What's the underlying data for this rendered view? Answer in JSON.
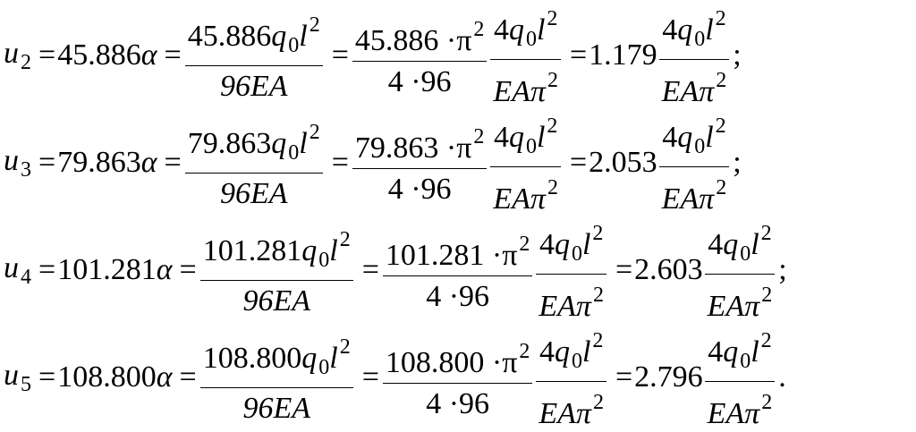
{
  "equations": [
    {
      "var": "u",
      "index": "2",
      "coef": "45.886",
      "alpha": "α",
      "frac1_coef": "45.886",
      "frac1_den": "96EA",
      "frac2_num": "45.886 ·π",
      "frac2_den": "4 ·96",
      "frac3_den": "EAπ",
      "result": "1.179",
      "end": ";"
    },
    {
      "var": "u",
      "index": "3",
      "coef": "79.863",
      "alpha": "α",
      "frac1_coef": "79.863",
      "frac1_den": "96EA",
      "frac2_num": "79.863 ·π",
      "frac2_den": "4 ·96",
      "frac3_den": "EAπ",
      "result": "2.053",
      "end": ";"
    },
    {
      "var": "u",
      "index": "4",
      "coef": "101.281",
      "alpha": "α",
      "frac1_coef": "101.281",
      "frac1_den": "96EA",
      "frac2_num": "101.281 ·π",
      "frac2_den": "4 ·96",
      "frac3_den": "EAπ",
      "result": "2.603",
      "end": ";"
    },
    {
      "var": "u",
      "index": "5",
      "coef": "108.800",
      "alpha": "α",
      "frac1_coef": "108.800",
      "frac1_den": "96EA",
      "frac2_num": "108.800 ·π",
      "frac2_den": "4 ·96",
      "frac3_den": "EAπ",
      "result": "2.796",
      "end": "."
    }
  ],
  "common": {
    "equals": "=",
    "q": "q",
    "q_sub": "0",
    "l": "l",
    "exp2": "2",
    "four": "4"
  }
}
